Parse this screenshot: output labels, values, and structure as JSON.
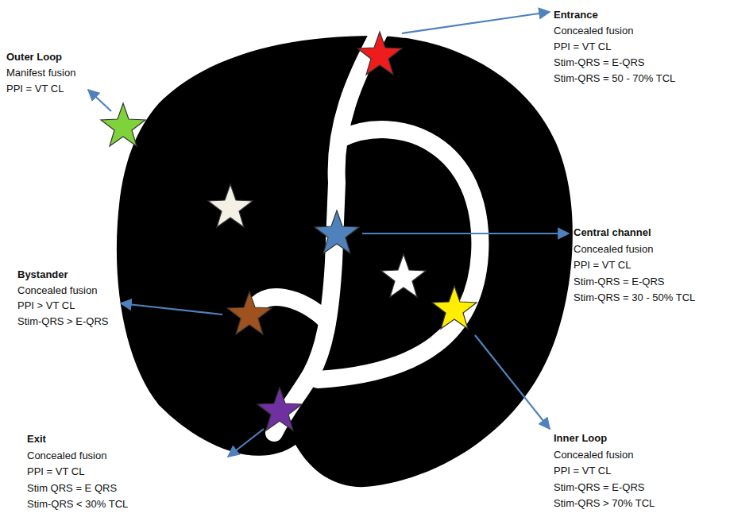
{
  "diagram": {
    "labels": [
      "Entrance",
      "Concealed fusion",
      "PPI = VT CL",
      "Stim-QRS = E-QRS",
      "Stim-QRS = 50 - 70% TCL",
      "Outer Loop",
      "Manifest fusion",
      "PPI = VT CL",
      "Central channel",
      "Concealed fusion",
      "PPI = VT CL",
      "Stim-QRS = E-QRS",
      "Stim-QRS = 30 - 50% TCL",
      "Bystander",
      "Concealed fusion",
      "PPI > VT CL",
      "Stim-QRS > E-QRS",
      "Inner Loop",
      "Concealed fusion",
      "PPI = VT CL",
      "Stim-QRS = E-QRS",
      "Stim-QRS > 70% TCL",
      "Exit",
      "Concealed fusion",
      "PPI = VT CL",
      "Stim QRS = E QRS",
      "Stim-QRS < 30% TCL"
    ]
  }
}
